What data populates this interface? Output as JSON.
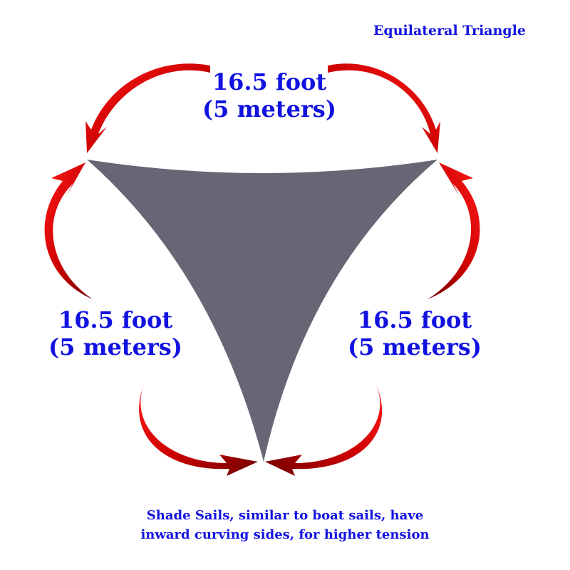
{
  "title": "Equilateral Triangle",
  "sides": [
    {
      "length_imperial": "16.5 foot",
      "length_metric": "(5 meters)"
    },
    {
      "length_imperial": "16.5 foot",
      "length_metric": "(5 meters)"
    },
    {
      "length_imperial": "16.5 foot",
      "length_metric": "(5 meters)"
    }
  ],
  "caption": {
    "line1": "Shade Sails, similar to boat sails, have",
    "line2": "inward curving sides, for higher tension"
  },
  "colors": {
    "text": "#1212e0",
    "sail": "#666675",
    "arrow_light": "#ff1a1a",
    "arrow_dark": "#7a0000"
  },
  "icons": [
    "curved-double-arrow-icon"
  ]
}
